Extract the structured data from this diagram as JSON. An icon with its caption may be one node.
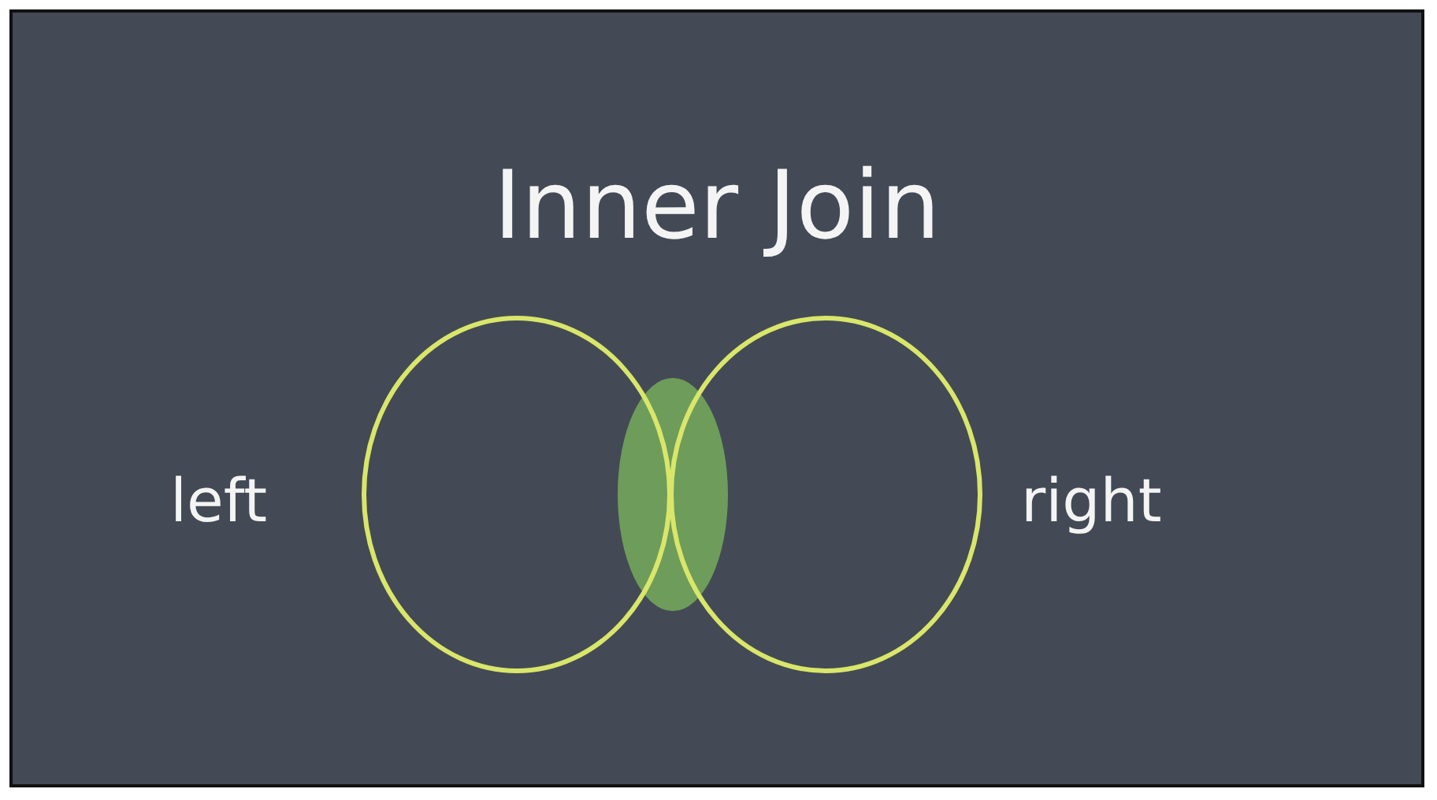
{
  "diagram": {
    "title": "Inner Join",
    "labels": [
      "left",
      "right"
    ]
  }
}
